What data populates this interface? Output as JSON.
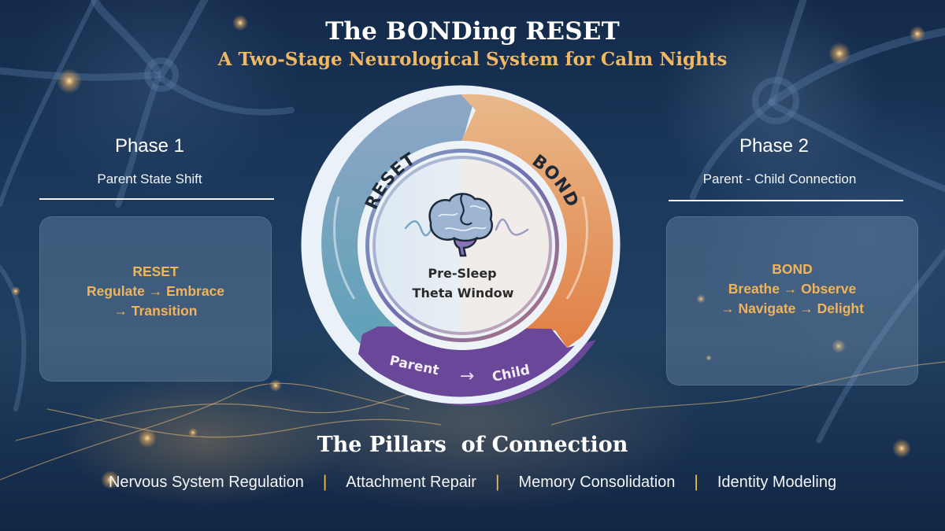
{
  "header": {
    "title": "The BONDing RESET",
    "subtitle": "A Two-Stage Neurological System for Calm Nights"
  },
  "phase1": {
    "title": "Phase 1",
    "subtitle": "Parent State Shift",
    "card": {
      "heading": "RESET",
      "line1": "Regulate → Embrace",
      "line2": "→ Transition"
    }
  },
  "phase2": {
    "title": "Phase 2",
    "subtitle": "Parent - Child Connection",
    "card": {
      "heading": "BOND",
      "line1": "Breathe → Observe",
      "line2": "→ Navigate → Delight"
    }
  },
  "wheel": {
    "left_segment_label": "RESET",
    "right_segment_label": "BOND",
    "bottom_band": {
      "from": "Parent",
      "arrow": "→",
      "to": "Child"
    },
    "center_icon": "brain-icon",
    "center_line1": "Pre-Sleep",
    "center_line2": "Theta Window",
    "colors": {
      "reset_top": "#8fa6c6",
      "reset_bottom": "#5fa2b8",
      "bond_top": "#e9b98a",
      "bond_bottom": "#e07f45",
      "band": "#6a4799",
      "ring_border": "#eaf1f8"
    }
  },
  "pillars": {
    "title": "The Pillars  of Connection",
    "items": [
      "Nervous System Regulation",
      "Attachment Repair",
      "Memory Consolidation",
      "Identity Modeling"
    ],
    "separator": "|"
  },
  "colors": {
    "accent_gold": "#f2b45a",
    "background": "#1b3a5e"
  }
}
